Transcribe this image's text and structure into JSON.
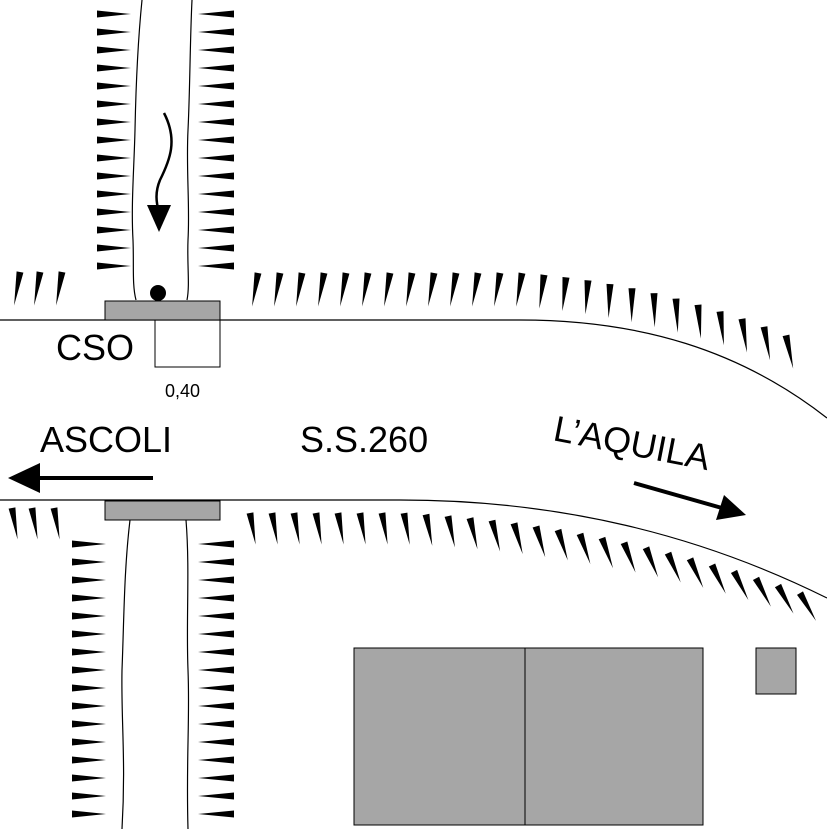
{
  "labels": {
    "cso": "CSO",
    "width": "0,40",
    "ascoli": "ASCOLI",
    "road": "S.S.260",
    "aquila": "L’AQUILA"
  },
  "colors": {
    "road_line": "#000000",
    "structure_fill": "#a6a6a6",
    "building_fill": "#a6a6a6",
    "hatch": "#000000"
  },
  "icons": {
    "flow": "curved-arrow-down-icon",
    "outlet": "outlet-dot-icon",
    "direction_left": "arrow-left-icon",
    "direction_right": "arrow-right-icon"
  }
}
